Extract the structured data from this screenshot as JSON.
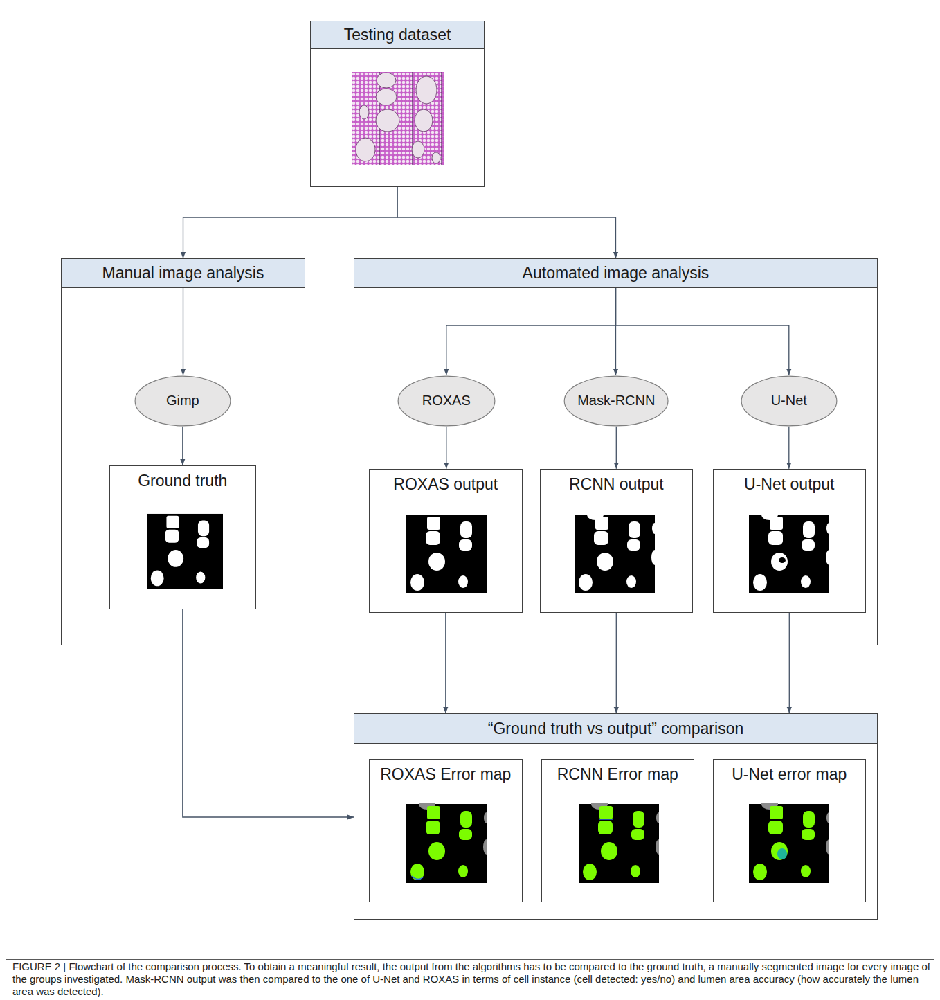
{
  "diagram": {
    "caption": "FIGURE 2 | Flowchart of the comparison process. To obtain a meaningful result, the output from the algorithms has to be compared to the ground truth, a manually segmented image for every image of the groups investigated. Mask-RCNN output was then compared to the one of U-Net and ROXAS in terms of cell instance (cell detected: yes/no) and lumen area accuracy (how accurately the lumen area was detected).",
    "nodes": [
      {
        "text": [
          "Testing dataset"
        ]
      },
      {
        "text": [
          "Manual image analysis"
        ]
      },
      {
        "text": [
          "Gimp"
        ],
        "in": 1
      },
      {
        "text": [
          "Ground truth"
        ],
        "in": 1
      },
      {
        "text": [
          "Automated image analysis"
        ]
      },
      {
        "text": [
          "ROXAS"
        ],
        "in": 4
      },
      {
        "text": [
          "Mask-RCNN"
        ],
        "in": 4
      },
      {
        "text": [
          "U-Net"
        ],
        "in": 4
      },
      {
        "text": [
          "ROXAS output"
        ],
        "in": 4
      },
      {
        "text": [
          "RCNN output"
        ],
        "in": 4
      },
      {
        "text": [
          "U-Net output"
        ],
        "in": 4
      },
      {
        "text": [
          "“Ground truth vs output” comparison"
        ]
      },
      {
        "text": [
          "ROXAS Error map"
        ],
        "in": 11
      },
      {
        "text": [
          "RCNN Error map"
        ],
        "in": 11
      },
      {
        "text": [
          "U-Net error map"
        ],
        "in": 11
      }
    ],
    "edges": [
      {
        "from": 0,
        "to": 1,
        "arrow": "to"
      },
      {
        "from": 0,
        "to": 4,
        "arrow": "to"
      },
      {
        "from": 1,
        "to": 2,
        "arrow": "to"
      },
      {
        "from": 4,
        "to": 5,
        "arrow": "to"
      },
      {
        "from": 4,
        "to": 6,
        "arrow": "to"
      },
      {
        "from": 4,
        "to": 7,
        "arrow": "to"
      },
      {
        "from": 2,
        "to": 3,
        "arrow": "to"
      },
      {
        "from": 5,
        "to": 8,
        "arrow": "to"
      },
      {
        "from": 6,
        "to": 9,
        "arrow": "to"
      },
      {
        "from": 7,
        "to": 10,
        "arrow": "to"
      },
      {
        "from": 3,
        "to": 11,
        "arrow": "to"
      },
      {
        "from": 8,
        "to": 11,
        "arrow": "to"
      },
      {
        "from": 9,
        "to": 11,
        "arrow": "to"
      },
      {
        "from": 10,
        "to": 11,
        "arrow": "to"
      }
    ]
  }
}
